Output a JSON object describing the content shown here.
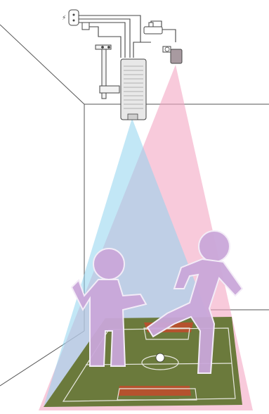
{
  "diagram": {
    "type": "interactive-floor-projection-setup",
    "components": [
      {
        "name": "power-outlet"
      },
      {
        "name": "power-adapter"
      },
      {
        "name": "ceiling-mount-bracket"
      },
      {
        "name": "projector"
      },
      {
        "name": "depth-sensor"
      },
      {
        "name": "players"
      },
      {
        "name": "projected-soccer-field"
      }
    ],
    "colors": {
      "projector_beam": "#8fd3ee",
      "sensor_beam": "#f4a6c3",
      "player_fill": "#c9a7d9",
      "room_lines": "#555555",
      "field_grass": "#6b7a3c",
      "field_lines": "#e8e8e0",
      "wall_ad": "#b5522e"
    }
  }
}
